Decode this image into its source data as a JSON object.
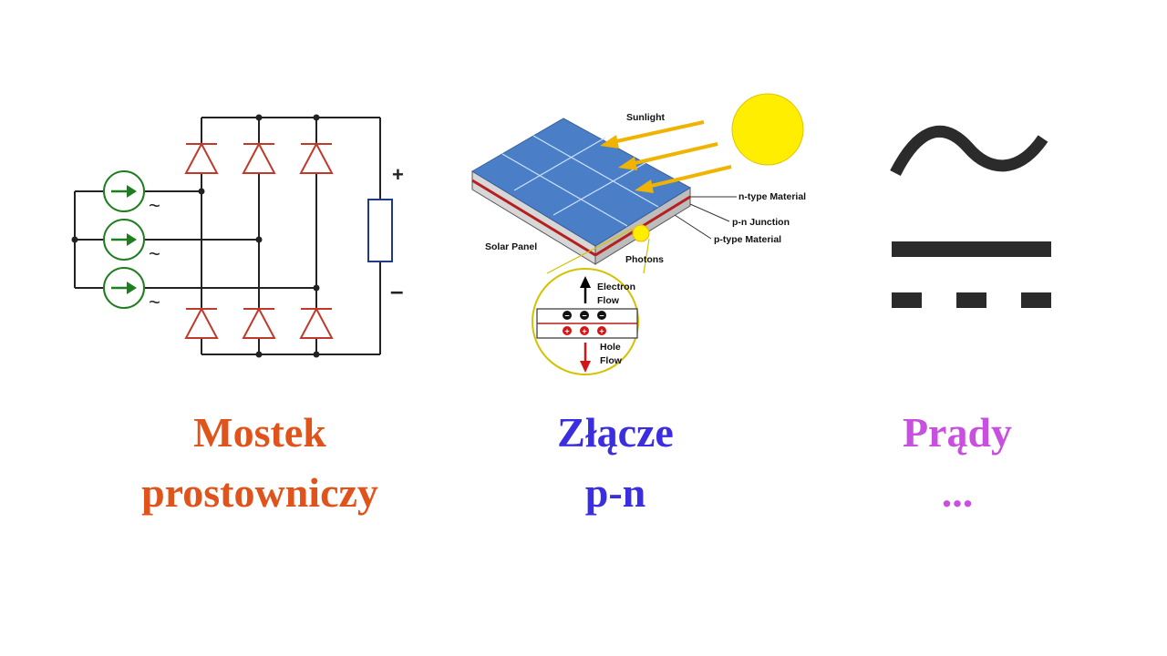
{
  "colors": {
    "wire": "#222222",
    "diode": "#c0392b",
    "source": "#1e7d1e",
    "panel_blue": "#4a7fc7",
    "sun": "#ffee00",
    "arrow": "#f0b400",
    "electron_arrow": "#000000",
    "hole_arrow": "#d41515",
    "caption_left": "#e0531b",
    "caption_mid": "#3a2ee0",
    "caption_right": "#c84fe0",
    "symbol": "#2b2b2b"
  },
  "left": {
    "tilde_labels": [
      "~",
      "~",
      "~"
    ],
    "plus_label": "+",
    "minus_label": "–",
    "caption_line1": "Mostek",
    "caption_line2": "prostowniczy"
  },
  "middle": {
    "sunlight_label": "Sunlight",
    "ntype_label": "n-type  Material",
    "pn_junction_label": "p-n  Junction",
    "ptype_label": "p-type  Material",
    "solar_panel_label": "Solar Panel",
    "photons_label": "Photons",
    "electron_label_1": "Electron",
    "electron_label_2": "Flow",
    "hole_label_1": "Hole",
    "hole_label_2": "Flow",
    "electron_sign": "−",
    "hole_sign": "+",
    "caption_line1": "Złącze",
    "caption_line2": "p-n"
  },
  "right": {
    "caption_line1": "Prądy",
    "caption_line2": "..."
  }
}
